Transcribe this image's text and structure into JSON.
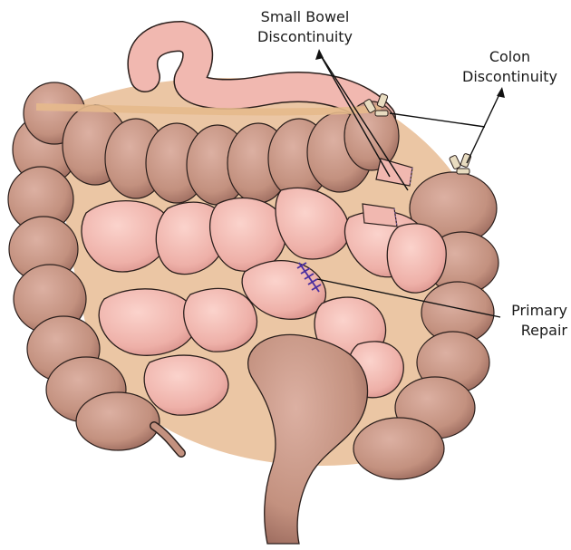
{
  "labels": {
    "small_bowel": {
      "line1": "Small Bowel",
      "line2": "Discontinuity"
    },
    "colon": {
      "line1": "Colon",
      "line2": "Discontinuity"
    },
    "primary_repair": {
      "line1": "Primary",
      "line2": "Repair"
    }
  },
  "colors": {
    "colon": "#c99a8a",
    "colon_shadow": "#a8776a",
    "small_bowel": "#f1b8b0",
    "small_bowel_shadow": "#d88f88",
    "mesentery": "#e6b98c",
    "outline": "#2b1f1c",
    "suture": "#4a2fa0",
    "clamp": "#e8dcc0"
  }
}
